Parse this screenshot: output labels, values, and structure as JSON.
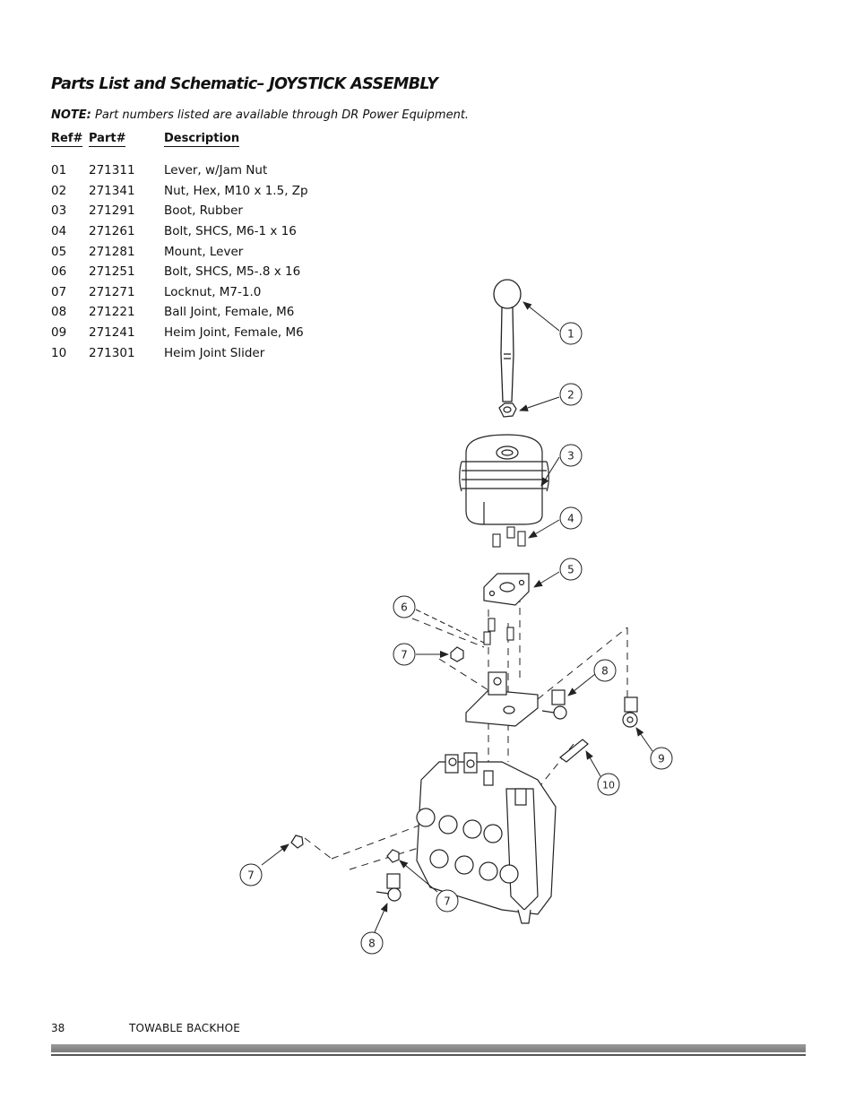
{
  "title": "Parts List and Schematic– JOYSTICK ASSEMBLY",
  "note": {
    "label": "NOTE:",
    "text": "Part numbers listed are available through DR Power Equipment."
  },
  "table": {
    "headers": {
      "ref": "Ref#",
      "part": "Part#",
      "description": "Description"
    },
    "rows": [
      {
        "ref": "01",
        "part": "271311",
        "description": "Lever, w/Jam Nut"
      },
      {
        "ref": "02",
        "part": "271341",
        "description": "Nut, Hex, M10 x 1.5, Zp"
      },
      {
        "ref": "03",
        "part": "271291",
        "description": "Boot, Rubber"
      },
      {
        "ref": "04",
        "part": "271261",
        "description": "Bolt, SHCS, M6-1 x 16"
      },
      {
        "ref": "05",
        "part": "271281",
        "description": "Mount, Lever"
      },
      {
        "ref": "06",
        "part": "271251",
        "description": "Bolt, SHCS, M5-.8 x 16"
      },
      {
        "ref": "07",
        "part": "271271",
        "description": "Locknut, M7-1.0"
      },
      {
        "ref": "08",
        "part": "271221",
        "description": "Ball Joint, Female, M6"
      },
      {
        "ref": "09",
        "part": "271241",
        "description": "Heim Joint, Female, M6"
      },
      {
        "ref": "10",
        "part": "271301",
        "description": "Heim Joint Slider"
      }
    ]
  },
  "callouts": [
    "1",
    "2",
    "3",
    "4",
    "5",
    "6",
    "7",
    "8",
    "9",
    "10",
    "7",
    "7",
    "8"
  ],
  "footer": {
    "page_number": "38",
    "product": "TOWABLE BACKHOE"
  }
}
